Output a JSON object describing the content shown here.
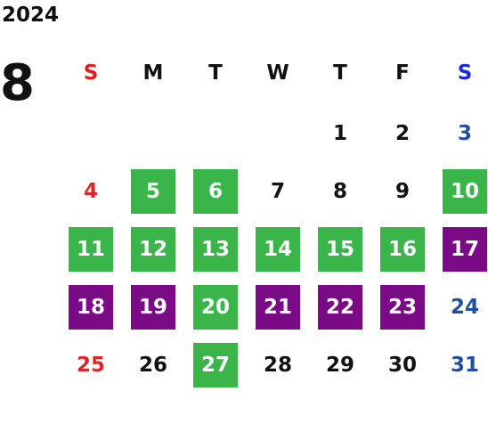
{
  "calendar": {
    "year": "2024",
    "month": "8",
    "weekdays": [
      {
        "label": "S",
        "color": "#e02020"
      },
      {
        "label": "M",
        "color": "#111111"
      },
      {
        "label": "T",
        "color": "#111111"
      },
      {
        "label": "W",
        "color": "#111111"
      },
      {
        "label": "T",
        "color": "#111111"
      },
      {
        "label": "F",
        "color": "#111111"
      },
      {
        "label": "S",
        "color": "#1a2bd6"
      }
    ],
    "colors": {
      "sunday": "#d9272a",
      "saturday": "#1f4f9e",
      "weekday": "#111111",
      "green": "#3ab54a",
      "purple": "#7a0a85"
    },
    "days": [
      {
        "day": "1",
        "status": ""
      },
      {
        "day": "2",
        "status": ""
      },
      {
        "day": "3",
        "status": ""
      },
      {
        "day": "4",
        "status": ""
      },
      {
        "day": "5",
        "status": "green"
      },
      {
        "day": "6",
        "status": "green"
      },
      {
        "day": "7",
        "status": ""
      },
      {
        "day": "8",
        "status": ""
      },
      {
        "day": "9",
        "status": ""
      },
      {
        "day": "10",
        "status": "green"
      },
      {
        "day": "11",
        "status": "green"
      },
      {
        "day": "12",
        "status": "green"
      },
      {
        "day": "13",
        "status": "green"
      },
      {
        "day": "14",
        "status": "green"
      },
      {
        "day": "15",
        "status": "green"
      },
      {
        "day": "16",
        "status": "green"
      },
      {
        "day": "17",
        "status": "purple"
      },
      {
        "day": "18",
        "status": "purple"
      },
      {
        "day": "19",
        "status": "purple"
      },
      {
        "day": "20",
        "status": "green"
      },
      {
        "day": "21",
        "status": "purple"
      },
      {
        "day": "22",
        "status": "purple"
      },
      {
        "day": "23",
        "status": "purple"
      },
      {
        "day": "24",
        "status": ""
      },
      {
        "day": "25",
        "status": ""
      },
      {
        "day": "26",
        "status": ""
      },
      {
        "day": "27",
        "status": "green"
      },
      {
        "day": "28",
        "status": ""
      },
      {
        "day": "29",
        "status": ""
      },
      {
        "day": "30",
        "status": ""
      },
      {
        "day": "31",
        "status": ""
      }
    ]
  }
}
